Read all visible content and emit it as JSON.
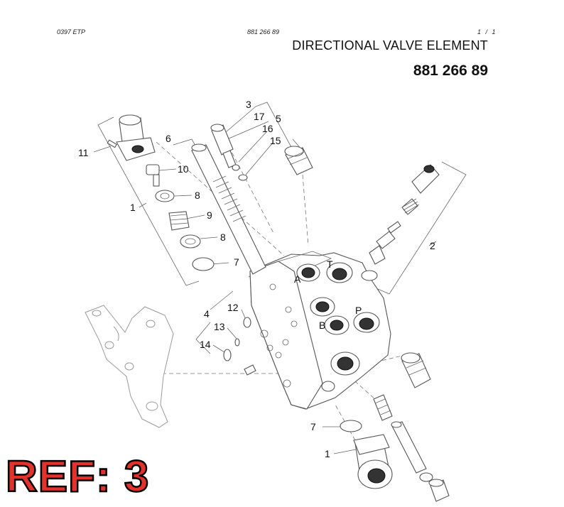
{
  "header": {
    "left_code": "0397  ETP",
    "center_number": "881 266 89",
    "page_indicator": "1  /  1"
  },
  "title": "DIRECTIONAL VALVE ELEMENT",
  "part_number": "881 266 89",
  "ref_label": "REF: 3",
  "callouts": {
    "c1_upper": "1",
    "c2": "2",
    "c3": "3",
    "c4": "4",
    "c5": "5",
    "c6": "6",
    "c7_upper": "7",
    "c7_lower": "7",
    "c8_upper": "8",
    "c8_lower": "8",
    "c9": "9",
    "c10": "10",
    "c11": "11",
    "c12": "12",
    "c13": "13",
    "c14": "14",
    "c15": "15",
    "c16": "16",
    "c17": "17",
    "c1_lower": "1"
  },
  "port_letters": {
    "a": "A",
    "b": "B",
    "t": "T",
    "p": "P"
  }
}
